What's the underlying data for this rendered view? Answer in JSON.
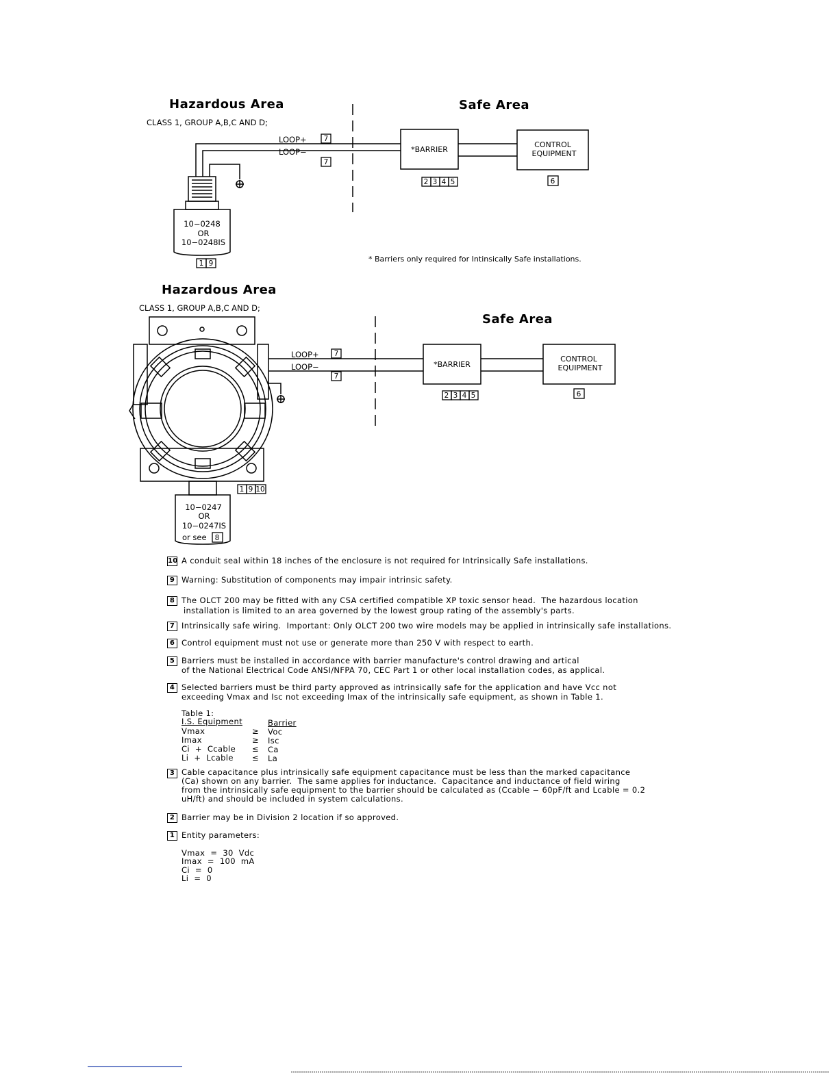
{
  "diagram1": {
    "hazard_title": "Hazardous Area",
    "hazard_class": "CLASS 1, GROUP A,B,C AND D;",
    "safe_title": "Safe Area",
    "loop_plus": "LOOP+",
    "loop_minus": "LOOP−",
    "tag_loop_plus": "7",
    "tag_loop_minus": "7",
    "barrier_label": "*BARRIER",
    "barrier_tags": [
      "2",
      "3",
      "4",
      "5"
    ],
    "control_label_1": "CONTROL",
    "control_label_2": "EQUIPMENT",
    "control_tag": "6",
    "device_line1": "10−0248",
    "device_line2": "OR",
    "device_line3": "10−0248IS",
    "device_tags": [
      "1",
      "9"
    ],
    "footnote": "* Barriers only required for Intinsically Safe installations."
  },
  "diagram2": {
    "hazard_title": "Hazardous Area",
    "hazard_class": "CLASS 1, GROUP A,B,C AND D;",
    "safe_title": "Safe Area",
    "loop_plus": "LOOP+",
    "loop_minus": "LOOP−",
    "tag_loop_plus": "7",
    "tag_loop_minus": "7",
    "barrier_label": "*BARRIER",
    "barrier_tags": [
      "2",
      "3",
      "4",
      "5"
    ],
    "control_label_1": "CONTROL",
    "control_label_2": "EQUIPMENT",
    "control_tag": "6",
    "enclosure_tags": [
      "1",
      "9",
      "10"
    ],
    "device_line1": "10−0247",
    "device_line2": "OR",
    "device_line3": "10−0247IS",
    "device_line4": "or see",
    "device_tag": "8"
  },
  "notes": {
    "n10": {
      "num": "10",
      "text": "A conduit seal within 18 inches of the enclosure is not required for Intrinsically Safe installations."
    },
    "n9": {
      "num": "9",
      "text": "Warning: Substitution of components may impair intrinsic safety."
    },
    "n8": {
      "num": "8",
      "line1": "The OLCT 200 may be fitted with any CSA certified compatible XP toxic sensor head.  The hazardous location",
      "line2": "installation is limited to an area governed by the lowest group rating of the assembly's parts."
    },
    "n7": {
      "num": "7",
      "text": "Intrinsically safe wiring.  Important: Only OLCT 200 two wire models may be applied in intrinsically safe installations."
    },
    "n6": {
      "num": "6",
      "text": "Control equipment must not use or generate more than 250 V with respect to earth."
    },
    "n5": {
      "num": "5",
      "line1": "Barriers must be installed in accordance with barrier manufacture's control drawing and artical",
      "line2": "of the National Electrical Code ANSI/NFPA 70, CEC Part 1 or other local installation codes, as applical."
    },
    "n4": {
      "num": "4",
      "line1": "Selected barriers must be third party approved as intrinsically safe for the application and have Vcc not",
      "line2": "exceeding Vmax and Isc not exceeding Imax of the intrinsically safe equipment, as shown in Table 1."
    },
    "table1": {
      "caption": "Table 1:",
      "col1_header": "I.S. Equipment",
      "col2_header": "Barrier",
      "rows": [
        {
          "left": "Vmax",
          "op": "≥",
          "right": "Voc"
        },
        {
          "left": "Imax",
          "op": "≥",
          "right": "Isc"
        },
        {
          "left": "Ci  +  Ccable",
          "op": "≤",
          "right": "Ca"
        },
        {
          "left": "Li  +  Lcable",
          "op": "≤",
          "right": "La"
        }
      ]
    },
    "n3": {
      "num": "3",
      "line1": "Cable capacitance plus intrinsically safe equipment capacitance must be less than the marked capacitance",
      "line2": "(Ca) shown on any barrier.  The same applies for inductance.  Capacitance and inductance of field wiring",
      "line3": "from the intrinsically safe equipment to the barrier should be calculated as (Ccable − 60pF/ft and Lcable = 0.2",
      "line4": "uH/ft) and should be included in system calculations."
    },
    "n2": {
      "num": "2",
      "text": "Barrier may be in Division 2 location if so approved."
    },
    "n1": {
      "num": "1",
      "text": "Entity parameters:"
    },
    "entity": [
      "Vmax  =  30  Vdc",
      "Imax  =  100  mA",
      "Ci  =  0",
      "Li  =  0"
    ]
  }
}
